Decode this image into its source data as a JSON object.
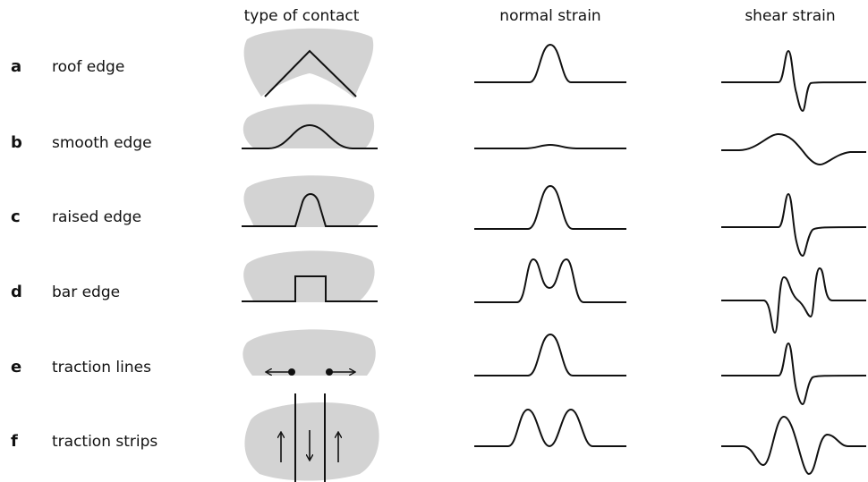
{
  "columns": {
    "contact": "type of contact",
    "normal": "normal strain",
    "shear": "shear strain"
  },
  "rows": [
    {
      "letter": "a",
      "label": "roof edge"
    },
    {
      "letter": "b",
      "label": "smooth edge"
    },
    {
      "letter": "c",
      "label": "raised edge"
    },
    {
      "letter": "d",
      "label": "bar edge"
    },
    {
      "letter": "e",
      "label": "traction lines"
    },
    {
      "letter": "f",
      "label": "traction strips"
    }
  ],
  "colors": {
    "blob": "#d3d3d3",
    "stroke": "#111111"
  }
}
